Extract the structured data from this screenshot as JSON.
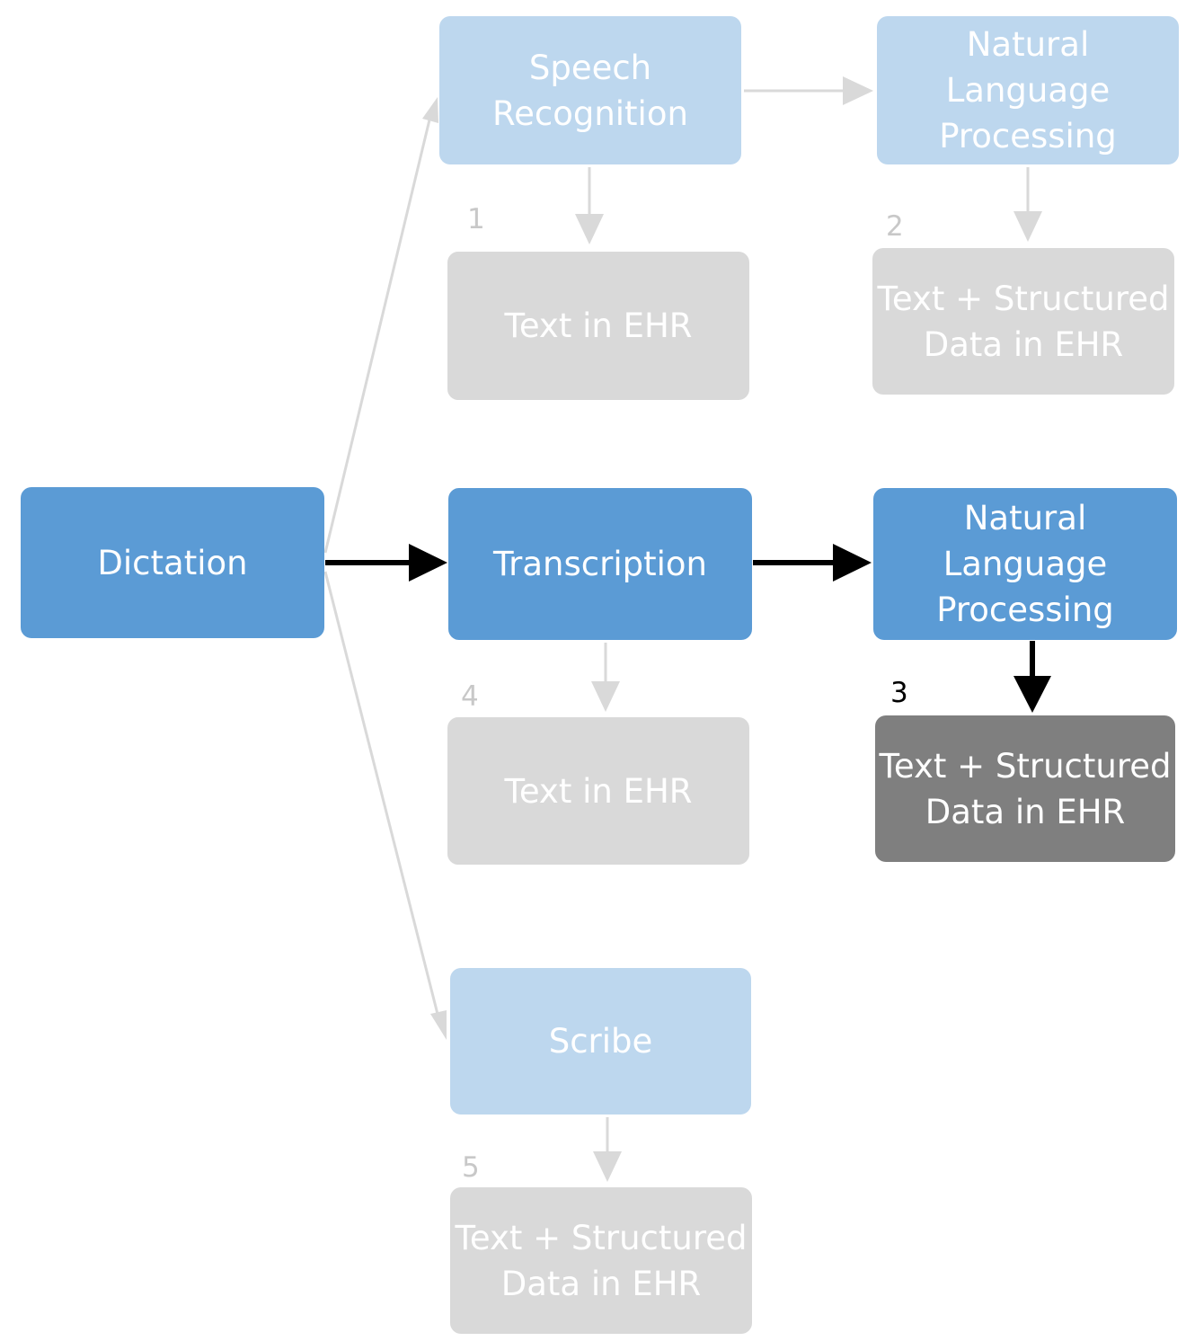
{
  "nodes": {
    "dictation": "Dictation",
    "speech_recognition": "Speech\nRecognition",
    "nlp_top": "Natural\nLanguage\nProcessing",
    "text_ehr_1": "Text in EHR",
    "text_structured_2": "Text + Structured\nData in EHR",
    "transcription": "Transcription",
    "nlp_middle": "Natural\nLanguage\nProcessing",
    "text_ehr_4": "Text in EHR",
    "text_structured_3": "Text + Structured\nData in EHR",
    "scribe": "Scribe",
    "text_structured_5": "Text + Structured\nData in EHR"
  },
  "pathway_numbers": {
    "n1": "1",
    "n2": "2",
    "n3": "3",
    "n4": "4",
    "n5": "5"
  },
  "colors": {
    "active_process": "#5b9bd5",
    "inactive_process": "#bdd7ee",
    "inactive_output": "#d9d9d9",
    "active_output": "#7f7f7f",
    "active_arrow": "#000000",
    "inactive_arrow": "#d9d9d9"
  }
}
